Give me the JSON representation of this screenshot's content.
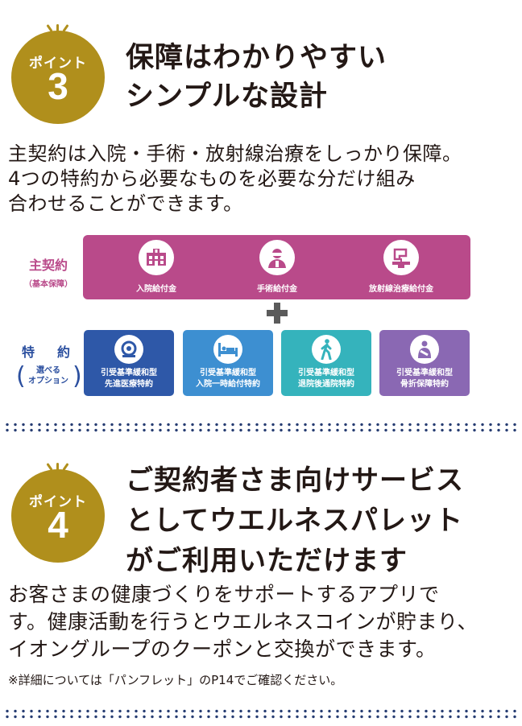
{
  "point3": {
    "badge_label": "ポイント",
    "badge_number": "3",
    "heading_lines": [
      "保障はわかりやすい",
      "シンプルな設計"
    ],
    "body_lines": [
      "主契約は入院・手術・放射線治療をしっかり保障。",
      "4つの特約から必要なものを必要な分だけ組み",
      "合わせることができます。"
    ],
    "diagram": {
      "main_label": "主契約",
      "main_sublabel": "（基本保障）",
      "main_items": [
        {
          "label": "入院給付金",
          "icon": "hospital-icon"
        },
        {
          "label": "手術給付金",
          "icon": "surgeon-icon"
        },
        {
          "label": "放射線治療給付金",
          "icon": "radiation-machine-icon"
        }
      ],
      "rider_label": "特　約",
      "rider_sublabel_lines": [
        "選べる",
        "オプション"
      ],
      "riders": [
        {
          "line1": "引受基準緩和型",
          "line2": "先進医療特約",
          "color": "#2e58a8",
          "icon": "mri-scanner-icon"
        },
        {
          "line1": "引受基準緩和型",
          "line2": "入院一時給付特約",
          "color": "#3d8fd1",
          "icon": "hospital-bed-icon"
        },
        {
          "line1": "引受基準緩和型",
          "line2": "退院後通院特約",
          "color": "#35b3bc",
          "icon": "walking-person-icon"
        },
        {
          "line1": "引受基準緩和型",
          "line2": "骨折保障特約",
          "color": "#8a68b3",
          "icon": "arm-sling-icon"
        }
      ]
    }
  },
  "point4": {
    "badge_label": "ポイント",
    "badge_number": "4",
    "heading_lines": [
      "ご契約者さま向けサービス",
      "としてウエルネスパレット",
      "がご利用いただけます"
    ],
    "body_lines": [
      "お客さまの健康づくりをサポートするアプリで",
      "す。健康活動を行うとウエルネスコインが貯まり、",
      "イオングループのクーポンと交換ができます。"
    ],
    "note": "※詳細については「パンフレット」のP14でご確認ください。"
  },
  "colors": {
    "badge_gold": "#b08f1c",
    "main_magenta": "#b94a8a",
    "rider_label_blue": "#2b4f9f",
    "dot_navy": "#283e73"
  }
}
